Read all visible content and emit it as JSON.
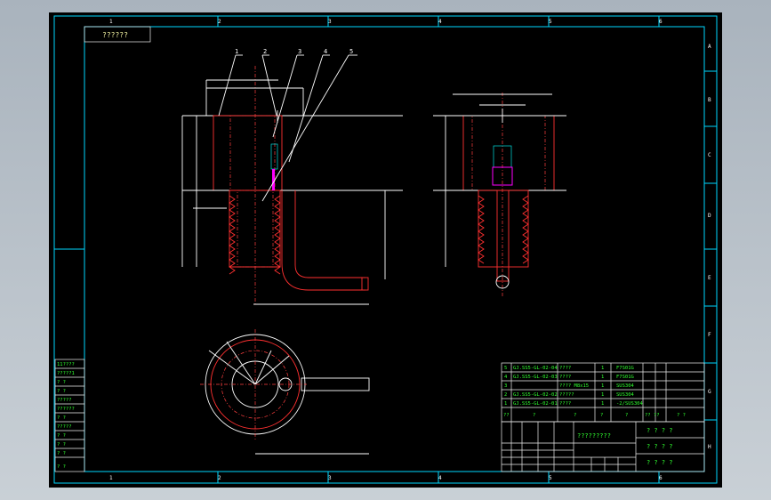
{
  "drawing": {
    "zones_top": [
      "1",
      "2",
      "3",
      "4",
      "5",
      "6"
    ],
    "zones_bottom": [
      "1",
      "2",
      "3",
      "4",
      "5",
      "6"
    ],
    "zones_right": [
      "A",
      "B",
      "C",
      "D",
      "E",
      "F",
      "G",
      "H"
    ],
    "corner_box": "??????",
    "balloons": [
      "1",
      "2",
      "3",
      "4",
      "5"
    ],
    "side_panel": [
      "11????",
      "?????1",
      "? ?",
      "? ?",
      "?????",
      "??????",
      "? ?",
      "?????",
      "? ?",
      "? ?",
      "? ?",
      "? ?"
    ],
    "bom_rows": [
      {
        "no": "5",
        "code": "GJ.SS5-GL-02-04",
        "name": "????",
        "qty": "1",
        "mat": "F7S01G"
      },
      {
        "no": "4",
        "code": "GJ.SS5-GL-02-03",
        "name": "????",
        "qty": "1",
        "mat": "F7S01G"
      },
      {
        "no": "3",
        "code": "",
        "name": "???? M8x15",
        "qty": "1",
        "mat": "SUS304"
      },
      {
        "no": "2",
        "code": "GJ.SS5-GL-02-02",
        "name": "?????",
        "qty": "1",
        "mat": "SUS304"
      },
      {
        "no": "1",
        "code": "GJ.SS5-GL-02-01",
        "name": "????",
        "qty": "1",
        "mat": "-2/SUS304"
      }
    ],
    "bom_header": {
      "no": "??",
      "code": "?",
      "name": "?",
      "qty": "?",
      "mat": "?",
      "weight": "?? ??",
      "note": "? ?"
    },
    "title_name": "?????????",
    "title_right_1": "? ? ? ?",
    "title_right_2": "? ? ? ?",
    "title_right_3": "? ? ? ?"
  }
}
